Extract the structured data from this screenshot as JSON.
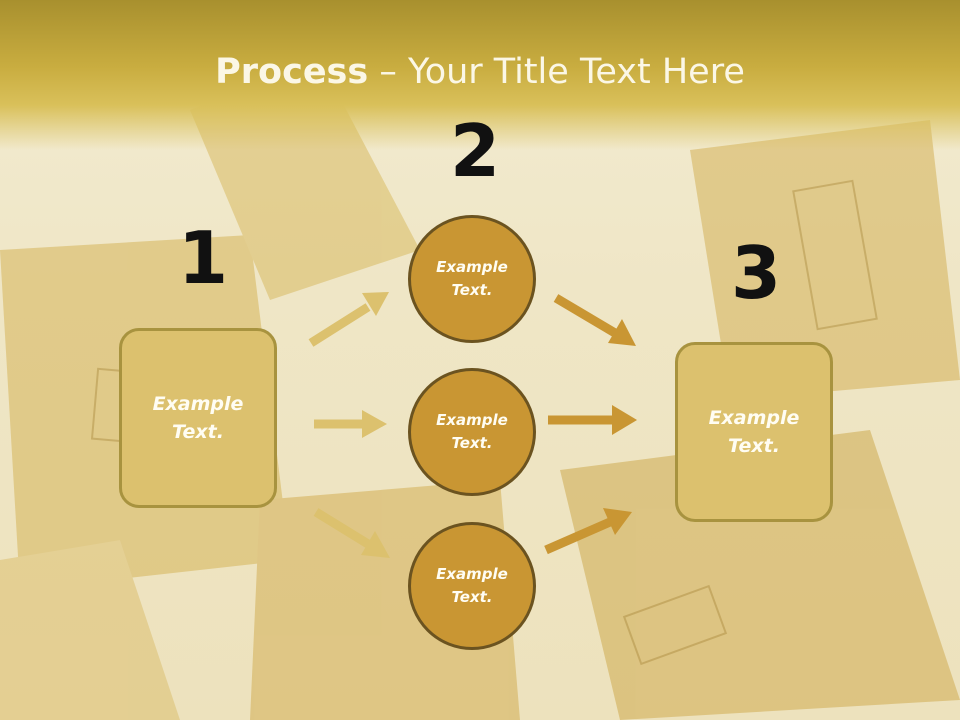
{
  "title": {
    "bold": "Process",
    "rest": " – Your Title Text Here"
  },
  "steps": {
    "one": {
      "number": "1",
      "text": "Example\nText."
    },
    "two": {
      "number": "2"
    },
    "three": {
      "number": "3",
      "text": "Example\nText."
    }
  },
  "circles": [
    {
      "text": "Example\nText."
    },
    {
      "text": "Example\nText."
    },
    {
      "text": "Example\nText."
    }
  ],
  "colors": {
    "header": "#c9ad40",
    "box": "#dcc16e",
    "circle": "#c99633",
    "arrow_light": "#dcc16e",
    "arrow_dark": "#c99633"
  }
}
